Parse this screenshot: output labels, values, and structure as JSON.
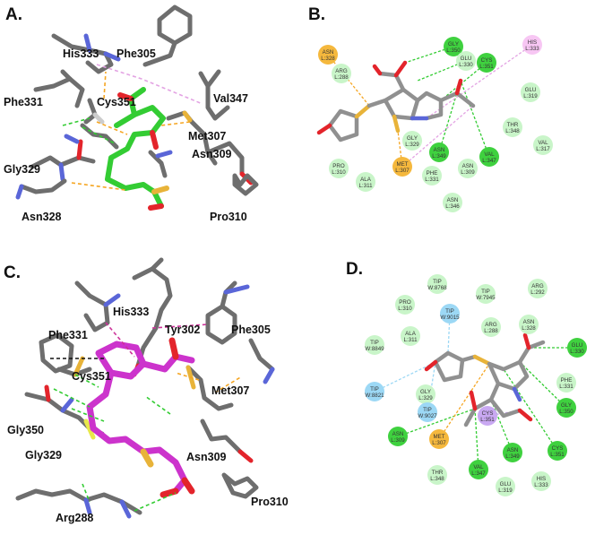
{
  "panels": [
    {
      "label": "A."
    },
    {
      "label": "B."
    },
    {
      "label": "C."
    },
    {
      "label": "D."
    }
  ],
  "panelA": {
    "residues": [
      "His333",
      "Phe305",
      "Phe331",
      "Cys351",
      "Val347",
      "Met307",
      "Asn309",
      "Gly329",
      "Asn328",
      "Pro310"
    ]
  },
  "panelC": {
    "residues": [
      "His333",
      "Tyr302",
      "Phe305",
      "Phe331",
      "Cys351",
      "Met307",
      "Gly350",
      "Gly329",
      "Asn309",
      "Arg288",
      "Pro310"
    ]
  },
  "panelB": {
    "nodes": [
      {
        "l1": "ASN",
        "l2": "L:328",
        "type": "orange"
      },
      {
        "l1": "ARG",
        "l2": "L:288",
        "type": "lightgreen"
      },
      {
        "l1": "GLY",
        "l2": "L:350",
        "type": "green"
      },
      {
        "l1": "GLU",
        "l2": "L:330",
        "type": "lightgreen"
      },
      {
        "l1": "CYS",
        "l2": "L:351",
        "type": "green"
      },
      {
        "l1": "HIS",
        "l2": "L:333",
        "type": "pink"
      },
      {
        "l1": "GLU",
        "l2": "L:319",
        "type": "lightgreen"
      },
      {
        "l1": "THR",
        "l2": "L:348",
        "type": "lightgreen"
      },
      {
        "l1": "VAL",
        "l2": "L:317",
        "type": "lightgreen"
      },
      {
        "l1": "GLY",
        "l2": "L:329",
        "type": "lightgreen"
      },
      {
        "l1": "ASN",
        "l2": "L:349",
        "type": "green"
      },
      {
        "l1": "VAL",
        "l2": "L:347",
        "type": "green"
      },
      {
        "l1": "MET",
        "l2": "L:307",
        "type": "orange"
      },
      {
        "l1": "PHE",
        "l2": "L:331",
        "type": "lightgreen"
      },
      {
        "l1": "ASN",
        "l2": "L:309",
        "type": "lightgreen"
      },
      {
        "l1": "PRO",
        "l2": "L:310",
        "type": "lightgreen"
      },
      {
        "l1": "ALA",
        "l2": "L:311",
        "type": "lightgreen"
      },
      {
        "l1": "ASN",
        "l2": "L:346",
        "type": "lightgreen"
      }
    ]
  },
  "panelD": {
    "nodes": [
      {
        "l1": "TIP",
        "l2": "W:8768",
        "type": "lightgreen"
      },
      {
        "l1": "PRO",
        "l2": "L:310",
        "type": "lightgreen"
      },
      {
        "l1": "TIP",
        "l2": "W:7945",
        "type": "lightgreen"
      },
      {
        "l1": "ARG",
        "l2": "L:292",
        "type": "lightgreen"
      },
      {
        "l1": "TIP",
        "l2": "W:9015",
        "type": "blue"
      },
      {
        "l1": "ALA",
        "l2": "L:311",
        "type": "lightgreen"
      },
      {
        "l1": "ARG",
        "l2": "L:288",
        "type": "lightgreen"
      },
      {
        "l1": "ASN",
        "l2": "L:328",
        "type": "lightgreen"
      },
      {
        "l1": "TIP",
        "l2": "W:8849",
        "type": "lightgreen"
      },
      {
        "l1": "GLU",
        "l2": "L:330",
        "type": "green"
      },
      {
        "l1": "PHE",
        "l2": "L:331",
        "type": "lightgreen"
      },
      {
        "l1": "TIP",
        "l2": "W:8821",
        "type": "blue"
      },
      {
        "l1": "GLY",
        "l2": "L:329",
        "type": "lightgreen"
      },
      {
        "l1": "TIP",
        "l2": "W:9027",
        "type": "blue"
      },
      {
        "l1": "GLY",
        "l2": "L:350",
        "type": "green"
      },
      {
        "l1": "ASN",
        "l2": "L:309",
        "type": "green"
      },
      {
        "l1": "MET",
        "l2": "L:307",
        "type": "orange"
      },
      {
        "l1": "CYS",
        "l2": "L:351",
        "type": "purple"
      },
      {
        "l1": "ASN",
        "l2": "L:349",
        "type": "green"
      },
      {
        "l1": "CYS",
        "l2": "L:351",
        "type": "green"
      },
      {
        "l1": "THR",
        "l2": "L:348",
        "type": "lightgreen"
      },
      {
        "l1": "VAL",
        "l2": "L:347",
        "type": "green"
      },
      {
        "l1": "GLU",
        "l2": "L:319",
        "type": "lightgreen"
      },
      {
        "l1": "HIS",
        "l2": "L:333",
        "type": "lightgreen"
      }
    ]
  },
  "colors": {
    "orange": "#f5b83d",
    "lightgreen": "#c9f5c9",
    "green": "#3fd13f",
    "pink": "#f7c6f3",
    "blue": "#9cd8f5",
    "purple": "#c9a8f2",
    "carbon": "#6e6e6e",
    "nitrogen": "#5a66d8",
    "oxygen": "#e3242b",
    "sulfur": "#e8b339",
    "ligandA": "#33cc33",
    "ligandC": "#cc33cc"
  }
}
